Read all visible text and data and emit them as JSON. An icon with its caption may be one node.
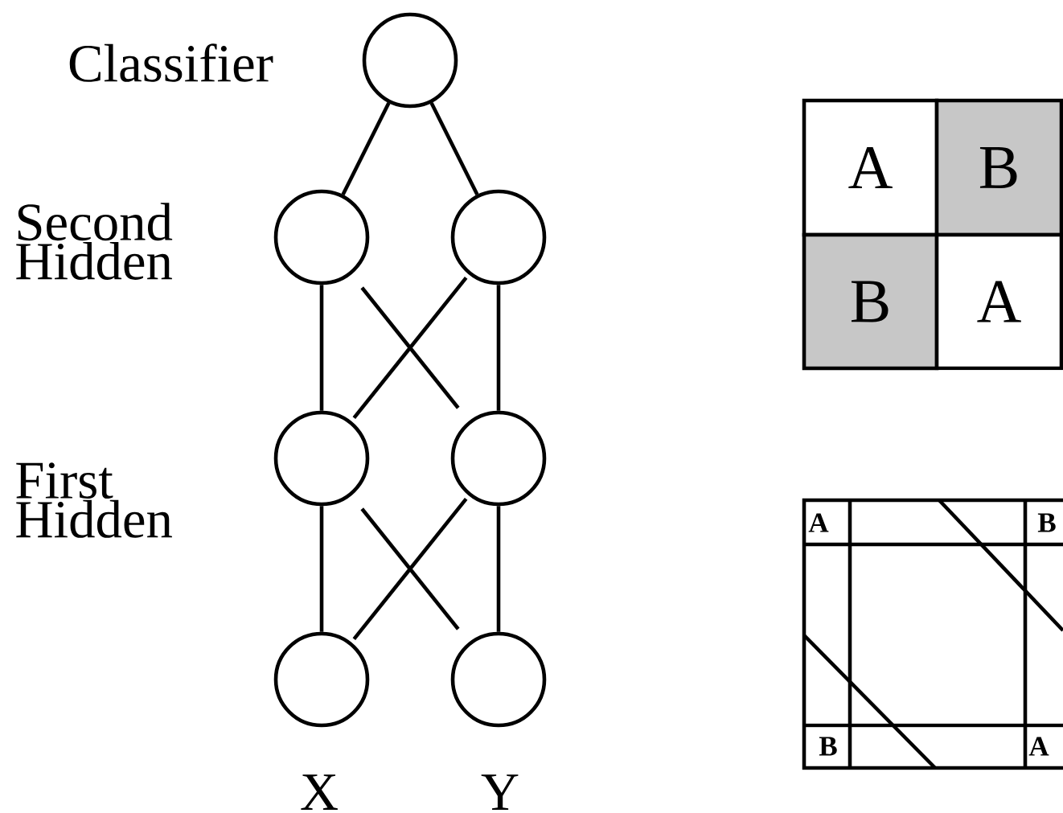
{
  "diagram": {
    "nodes": [
      {
        "text": [],
        "shape": "circle",
        "beside": [
          "Classifier"
        ]
      },
      {
        "text": [],
        "shape": "circle"
      },
      {
        "text": [],
        "shape": "circle"
      },
      {
        "text": [],
        "shape": "circle"
      },
      {
        "text": [],
        "shape": "circle"
      },
      {
        "text": [],
        "shape": "circle",
        "beside": [
          "X"
        ]
      },
      {
        "text": [],
        "shape": "circle",
        "beside": [
          "Y"
        ]
      },
      {
        "text": [
          "A"
        ]
      },
      {
        "text": [
          "B"
        ]
      },
      {
        "text": [
          "B"
        ]
      },
      {
        "text": [
          "A"
        ]
      }
    ],
    "edges": [
      {
        "from": 0,
        "to": 1,
        "arrow": "none"
      },
      {
        "from": 0,
        "to": 2,
        "arrow": "none"
      },
      {
        "from": 1,
        "to": 3,
        "arrow": "none"
      },
      {
        "from": 1,
        "to": 4,
        "arrow": "none"
      },
      {
        "from": 2,
        "to": 3,
        "arrow": "none"
      },
      {
        "from": 2,
        "to": 4,
        "arrow": "none"
      },
      {
        "from": 3,
        "to": 5,
        "arrow": "none"
      },
      {
        "from": 3,
        "to": 6,
        "arrow": "none"
      },
      {
        "from": 4,
        "to": 5,
        "arrow": "none"
      },
      {
        "from": 4,
        "to": 6,
        "arrow": "none"
      }
    ],
    "labels": [
      "Second Hidden",
      "First Hidden",
      "A",
      "B",
      "B",
      "A"
    ]
  }
}
